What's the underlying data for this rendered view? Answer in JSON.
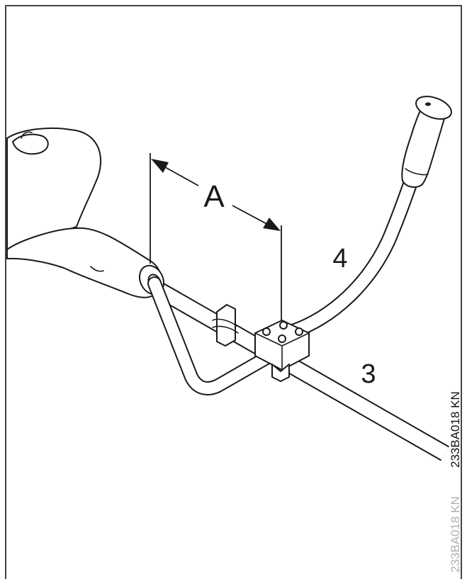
{
  "labels": {
    "dimension": "A",
    "callout_handle": "4",
    "callout_shaft": "3"
  },
  "figure_code": {
    "faded": "233BA018 KN",
    "bold": "233BA018 KN"
  },
  "colors": {
    "line": "#1a1a1a",
    "frame": "#444444",
    "code_faded": "#b0b0b0",
    "code_bold": "#111111"
  }
}
